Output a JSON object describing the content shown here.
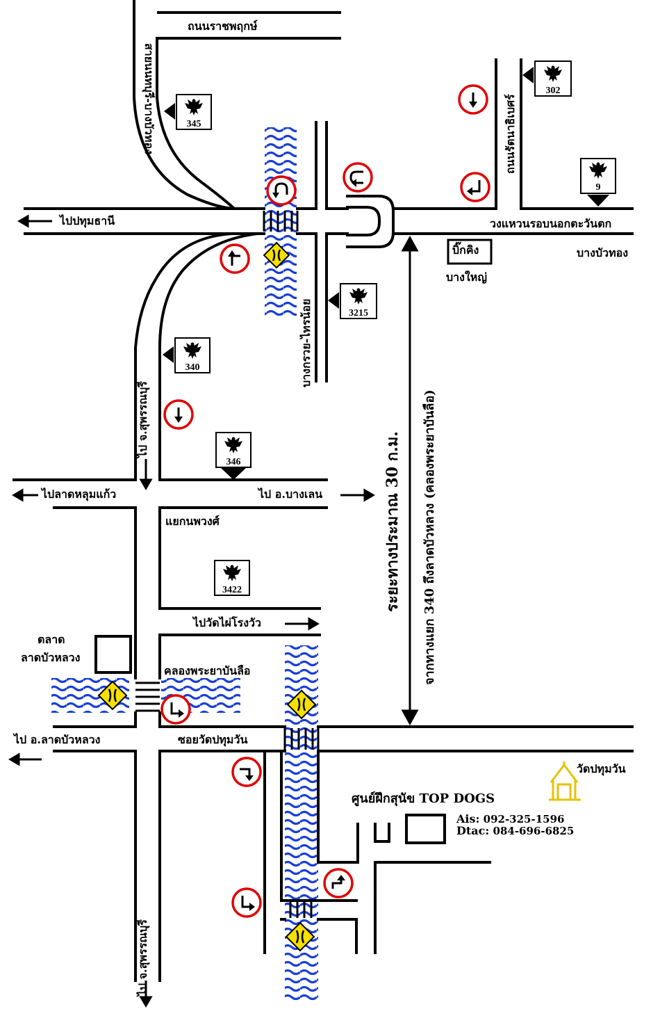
{
  "roads": {
    "ratchaphruek": "ถนนราชพฤกษ์",
    "nonthaburi_bangbuathong": "สายนนทบุรี-บางบัวทอง",
    "to_pathumthani": "ไปปทุมธานี",
    "ring_road_west": "วงแหวนรอบนอกตะวันตก",
    "bangbuathong": "บางบัวทอง",
    "rattanathibet": "ถนนรัตนาธิเบศร์",
    "bangkruai_sainoi": "บางกรวย-ไทรน้อย",
    "bang_yai": "บางใหญ่",
    "big_c": "บิ๊กคิง",
    "to_suphanburi_top": "ไป จ.สุพรรณบุรี",
    "to_lat_lum_kaeo": "ไปลาดหลุมแก้ว",
    "to_bang_len": "ไป อ.บางเลน",
    "noppawong_junction": "แยกนพวงศ์",
    "to_wat_phai_rong_wua": "ไปวัดไผ่โรงวัว",
    "lat_bua_luang_market_1": "ตลาด",
    "lat_bua_luang_market_2": "ลาดบัวหลวง",
    "canal_phraya_banlue": "คลองพระยาบันลือ",
    "to_lat_bua_luang": "ไป อ.ลาดบัวหลวง",
    "soi_wat_pathum_wan": "ซอยวัดปทุมวัน",
    "wat_pathum_wan": "วัดปทุมวัน",
    "to_suphanburi_bottom": "ไป จ.สุพรรณบุรี"
  },
  "distance": {
    "main": "ระยะทางประมาณ 30 ก.ม.",
    "sub": "จากทางแยก 340 ถึงลาดบัวหลวง (คลองพระยาบันลือ)"
  },
  "route_signs": [
    "345",
    "302",
    "9",
    "3215",
    "340",
    "346",
    "3422"
  ],
  "destination": {
    "name": "ศูนย์ฝึกสุนัข TOP DOGS",
    "ais_label": "Ais:",
    "ais_number": "092-325-1596",
    "dtac_label": "Dtac:",
    "dtac_number": "084-696-6825"
  },
  "colors": {
    "road": "#000000",
    "river": "#1a3fd6",
    "sign_red": "#e00000",
    "bridge_sign": "#f5e000",
    "temple": "#e6c200"
  }
}
